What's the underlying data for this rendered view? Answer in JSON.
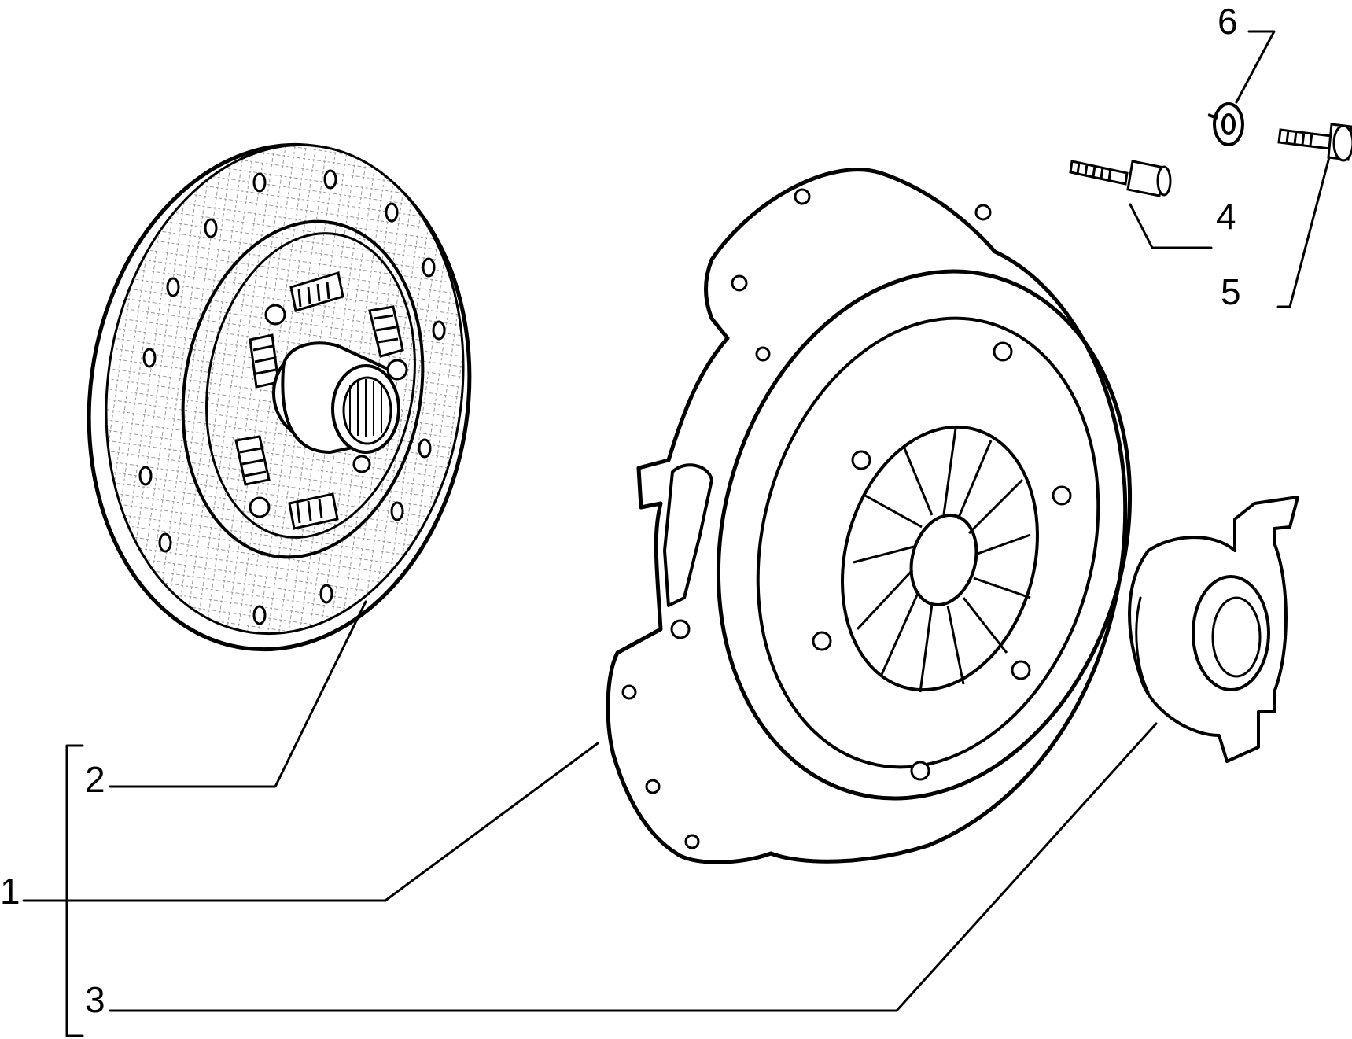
{
  "diagram": {
    "callouts": [
      {
        "id": "c1",
        "label": "1"
      },
      {
        "id": "c2",
        "label": "2"
      },
      {
        "id": "c3",
        "label": "3"
      },
      {
        "id": "c4",
        "label": "4"
      },
      {
        "id": "c5",
        "label": "5"
      },
      {
        "id": "c6",
        "label": "6"
      }
    ],
    "parts": [
      {
        "number": "1",
        "name": "clutch-kit"
      },
      {
        "number": "2",
        "name": "clutch-disc"
      },
      {
        "number": "3",
        "name": "release-bearing"
      },
      {
        "number": "4",
        "name": "flanged-bolt"
      },
      {
        "number": "5",
        "name": "hex-bolt"
      },
      {
        "number": "6",
        "name": "lock-washer"
      }
    ],
    "colors": {
      "ink": "#000000",
      "paper": "#ffffff"
    }
  }
}
